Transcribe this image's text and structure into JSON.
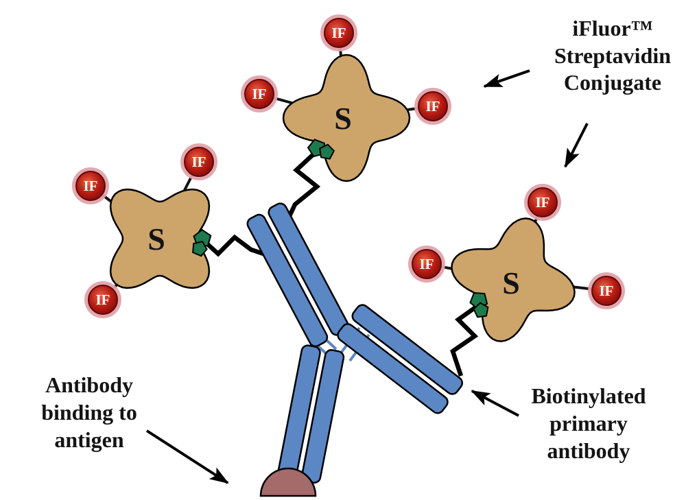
{
  "annotations": {
    "conjugate": {
      "lines": [
        "iFluor™",
        "Streptavidin",
        "Conjugate"
      ]
    },
    "antigen_binding": {
      "lines": [
        "Antibody",
        "binding to",
        "antigen"
      ]
    },
    "primary_antibody": {
      "lines": [
        "Biotinylated",
        "primary",
        "antibody"
      ]
    }
  },
  "molecules": {
    "streptavidin_symbol": "S",
    "fluorophore_symbol": "IF"
  },
  "colors": {
    "streptavidin_body": "#cda56a",
    "fluorophore_core": "#b0180f",
    "fluorophore_halo": "#e2a3ab",
    "antibody_blue": "#5b87c5",
    "antigen": "#a56a6a",
    "biotin_green": "#1e7a4c",
    "linker": "#000000",
    "text": "#141414"
  }
}
